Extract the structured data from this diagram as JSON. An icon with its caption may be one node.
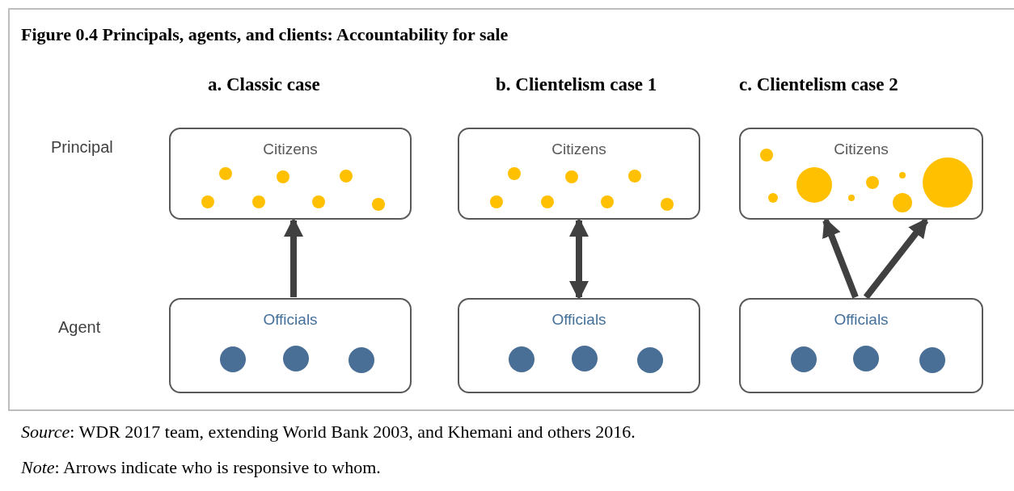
{
  "diagram": {
    "title": "Figure 0.4 Principals, agents, and clients: Accountability for sale",
    "caption": "*Source*: WDR 2017 team, extending World Bank 2003, and Khemani and others 2016.",
    "nodes": [
      {
        "text": [
          "Citizens"
        ]
      },
      {
        "text": [
          "Officials"
        ]
      },
      {
        "text": [
          "Citizens"
        ]
      },
      {
        "text": [
          "Officials"
        ]
      },
      {
        "text": [
          "Citizens"
        ]
      },
      {
        "text": [
          "Officials"
        ]
      }
    ],
    "edges": [
      {
        "from": 1,
        "to": 0,
        "arrow": "to"
      },
      {
        "from": 3,
        "to": 2,
        "arrow": "both"
      },
      {
        "from": 5,
        "to": 4,
        "arrow": "to"
      },
      {
        "from": 5,
        "to": 4,
        "arrow": "to"
      }
    ],
    "labels": [
      "a. Classic case",
      "b. Clientelism case 1",
      "c. Clientelism case 2",
      "Principal",
      "Agent",
      "*Note*: Arrows indicate who is responsive to whom."
    ]
  }
}
